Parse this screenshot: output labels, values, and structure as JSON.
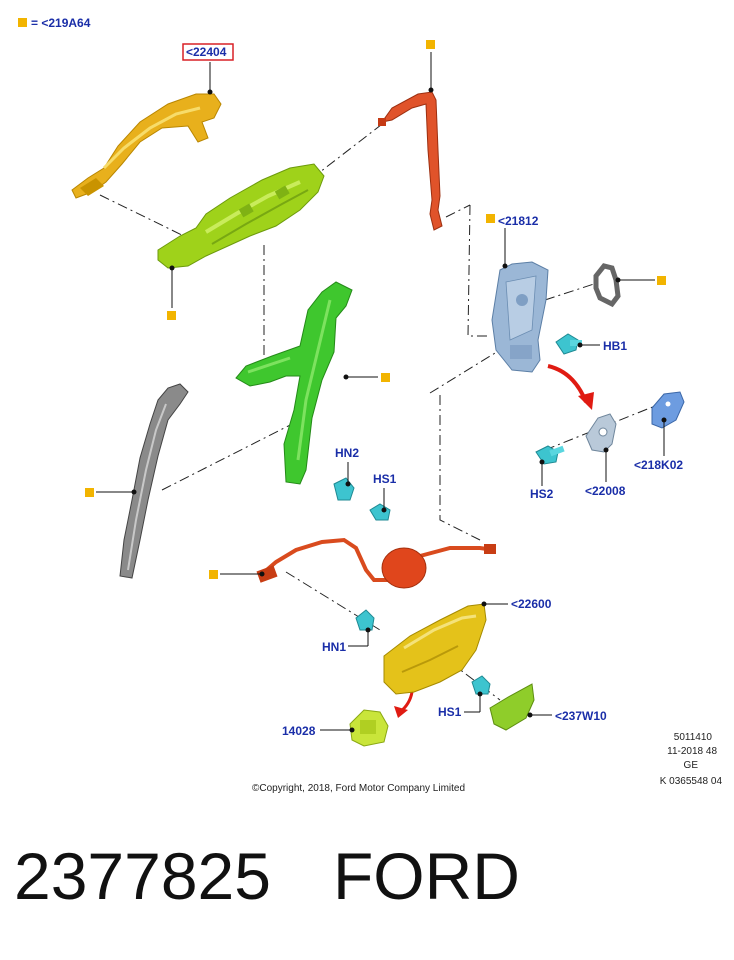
{
  "legend": {
    "symbol": "yellow-square",
    "label": "= <219A64"
  },
  "callouts": {
    "handle": "<22404",
    "latch": "<21812",
    "hb1": "HB1",
    "bracket_22008": "<22008",
    "cover_218k02": "<218K02",
    "hs2": "HS2",
    "hn2": "HN2",
    "hs1_top": "HS1",
    "interior_handle": "<22600",
    "hn1": "HN1",
    "hs1_bottom": "HS1",
    "bezel": "<237W10",
    "switch": "14028"
  },
  "meta_lines": [
    "5011410",
    "11-2018 48",
    "GE",
    "K 0365548 04"
  ],
  "copyright": "©Copyright, 2018, Ford Motor Company Limited",
  "footer": {
    "part_number": "2377825",
    "brand": "FORD"
  },
  "colors": {
    "handle_exterior": "#e8b01c",
    "handle_frame": "#9fd21a",
    "channel": "#3fc72e",
    "rod": "#e0532a",
    "cable": "#d94b1e",
    "latch": "#9bb7d6",
    "fastener": "#3dc4cf",
    "cover": "#6d9ce0",
    "interior_handle": "#e4c21a",
    "bezel": "#8fcd2a",
    "switch": "#c9e53a",
    "weatherstrip": "#8a8a8a",
    "arrow": "#e01b12",
    "legend_square": "#f2b400",
    "callout_text": "#1a2ea8",
    "highlight_box": "#d92027"
  }
}
